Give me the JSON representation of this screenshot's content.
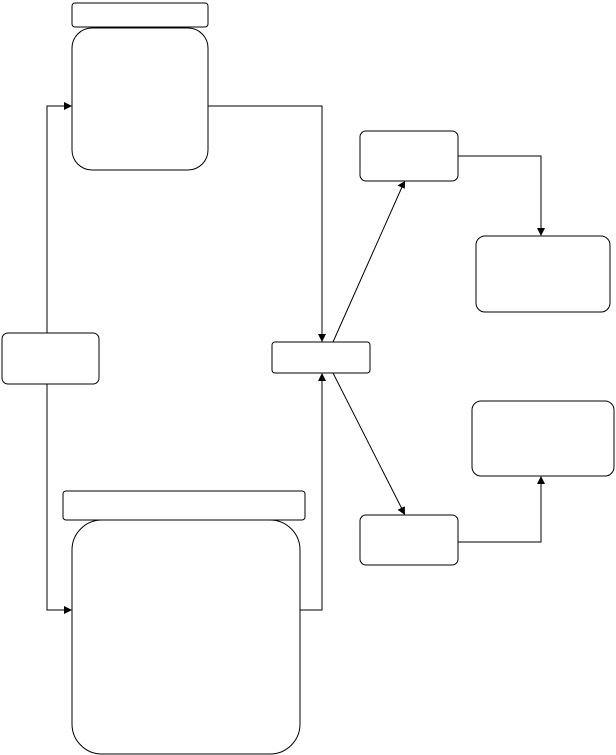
{
  "diagram": {
    "stroke_color": "#000000",
    "fill_color": "#ffffff",
    "nodes": [
      {
        "id": "top-header",
        "label": ""
      },
      {
        "id": "top-container",
        "label": ""
      },
      {
        "id": "left-node",
        "label": ""
      },
      {
        "id": "center-node",
        "label": ""
      },
      {
        "id": "bottom-header",
        "label": ""
      },
      {
        "id": "bottom-container",
        "label": ""
      },
      {
        "id": "upper-right-node",
        "label": ""
      },
      {
        "id": "far-right-top-node",
        "label": ""
      },
      {
        "id": "lower-right-node",
        "label": ""
      },
      {
        "id": "far-right-bottom-node",
        "label": ""
      }
    ],
    "edges": [
      {
        "from": "left-node",
        "to": "top-container"
      },
      {
        "from": "left-node",
        "to": "bottom-container"
      },
      {
        "from": "top-container",
        "to": "center-node"
      },
      {
        "from": "bottom-container",
        "to": "center-node"
      },
      {
        "from": "center-node",
        "to": "upper-right-node"
      },
      {
        "from": "center-node",
        "to": "lower-right-node"
      },
      {
        "from": "upper-right-node",
        "to": "far-right-top-node"
      },
      {
        "from": "lower-right-node",
        "to": "far-right-bottom-node"
      }
    ]
  }
}
